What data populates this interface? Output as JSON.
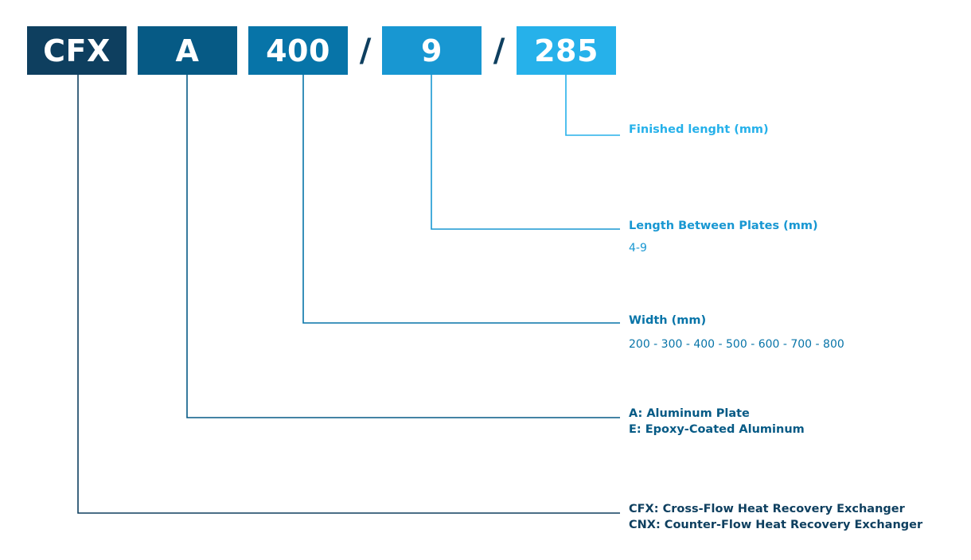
{
  "colors": {
    "cfx_box": "#0e3f5f",
    "a_box": "#065a85",
    "width_box": "#0774a8",
    "spacing_box": "#1897d2",
    "length_box": "#26b1ea",
    "connector_cfx": "#0e3f5f",
    "connector_a": "#065a85",
    "connector_width": "#0774a8",
    "connector_spacing": "#1897d2",
    "connector_length": "#26b1ea",
    "slash": "#0e3f5f"
  },
  "code": {
    "series": "CFX",
    "material": "A",
    "width": "400",
    "separator_1": "/",
    "plate_spacing": "9",
    "separator_2": "/",
    "length": "285"
  },
  "legend": {
    "length": {
      "title": "Finished lenght (mm)"
    },
    "plate_spacing": {
      "title": "Length Between Plates (mm)",
      "range": "4-9"
    },
    "width": {
      "title": "Width (mm)",
      "options": "200 - 300 - 400 - 500 - 600 - 700 - 800"
    },
    "material": {
      "line_1": "A: Aluminum Plate",
      "line_2": "E: Epoxy-Coated Aluminum"
    },
    "series": {
      "line_1": "CFX: Cross-Flow Heat Recovery Exchanger",
      "line_2": "CNX: Counter-Flow Heat Recovery Exchanger"
    }
  }
}
